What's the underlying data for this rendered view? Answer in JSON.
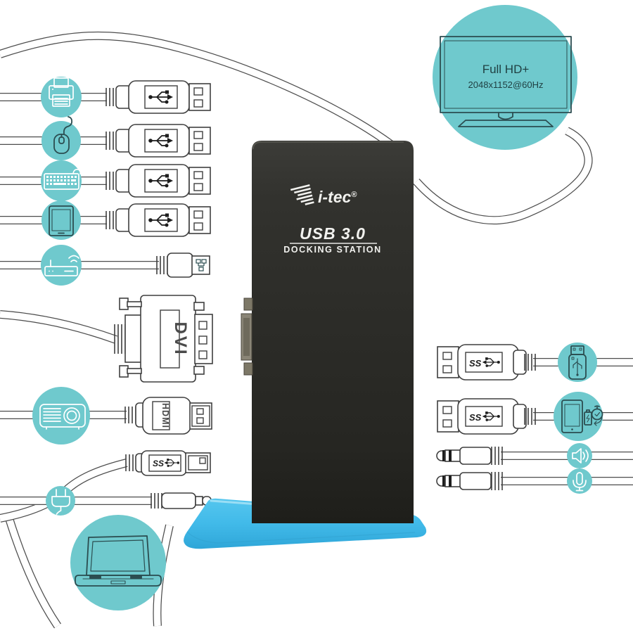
{
  "monitor_badge": {
    "line1": "Full HD+",
    "line2": "2048x1152@60Hz"
  },
  "dock": {
    "brand": "i-tec",
    "reg": "®",
    "model": "USB 3.0",
    "label": "DOCKING STATION"
  },
  "connectors": {
    "dvi": "DVI",
    "hdmi": "HDMI",
    "ss": "SS"
  },
  "devices": {
    "left": [
      "printer",
      "mouse",
      "keyboard",
      "tablet",
      "router"
    ],
    "middle": [
      "projector",
      "power-plug",
      "laptop"
    ],
    "top": [
      "monitor-full-hd"
    ],
    "right": [
      "usb-flash-drive",
      "smartphone-fast-charge",
      "speaker",
      "microphone"
    ]
  },
  "colors": {
    "teal_circle": "#6fc9cd",
    "stand_blue": "#41bae9",
    "stand_highlight": "#9adef5",
    "dock_dark": "#2b2b27",
    "cable": "#4d4d4d",
    "dark_icon": "#2b4d50",
    "white_icon": "#ffffff"
  }
}
